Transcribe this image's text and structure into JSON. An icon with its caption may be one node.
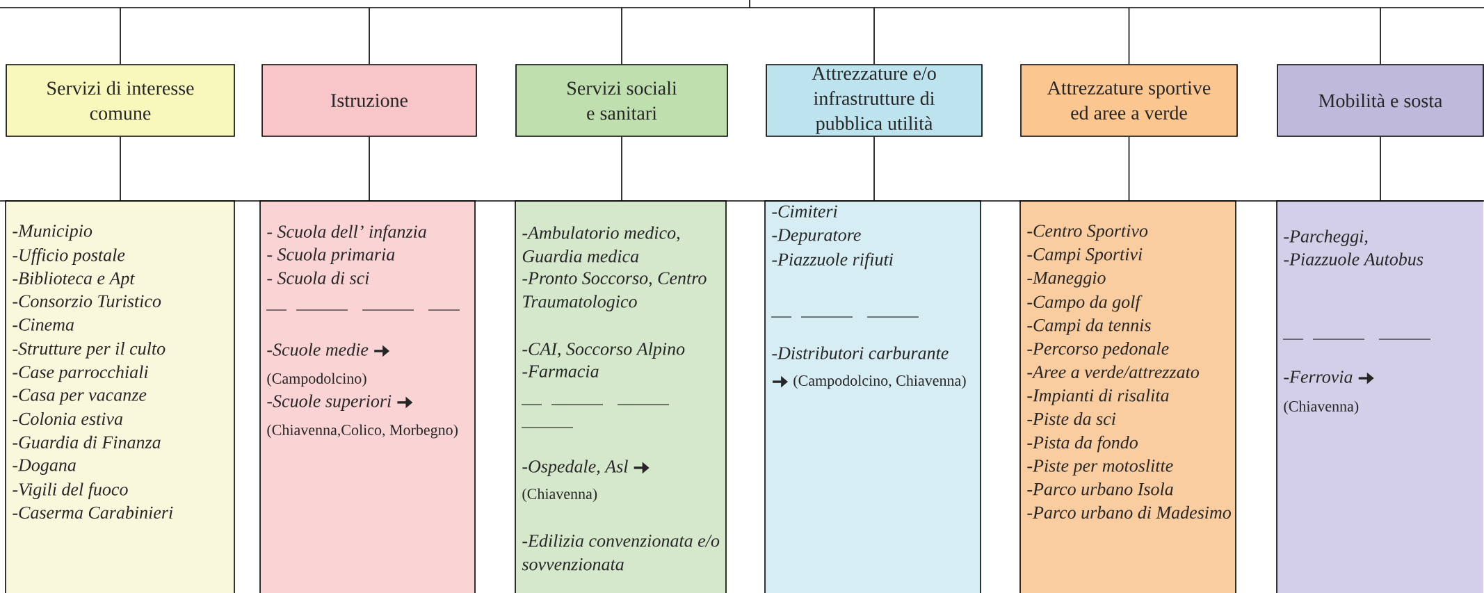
{
  "diagram": {
    "nodes": [
      {
        "text": [
          "Servizi di interesse comune"
        ]
      },
      {
        "text": [
          "Istruzione"
        ]
      },
      {
        "text": [
          "Servizi sociali e sanitari"
        ]
      },
      {
        "text": [
          "Attrezzature e/o infrastrutture di pubblica utilità"
        ]
      },
      {
        "text": [
          "Attrezzature sportive ed aree a verde"
        ]
      },
      {
        "text": [
          "Mobilità e sosta"
        ]
      },
      {
        "text": [
          "-Municipio",
          "-Ufficio postale",
          "-Biblioteca e Apt",
          "-Consorzio Turistico",
          "-Cinema",
          "-Strutture per il culto",
          "-Case parrocchiali",
          "-Casa per vacanze",
          "-Colonia estiva",
          "-Guardia di Finanza",
          "-Dogana",
          "-Vigili del fuoco",
          "-Caserma Carabinieri"
        ]
      },
      {
        "text": [
          "- Scuola dell’ infanzia",
          "- Scuola primaria",
          "- Scuola di sci",
          "-Scuole medie",
          "(Campodolcino)",
          "-Scuole superiori",
          "(Chiavenna,Colico, Morbegno)"
        ]
      },
      {
        "text": [
          "-Ambulatorio medico, Guardia medica",
          "-Pronto Soccorso, Centro Traumatologico",
          "-CAI, Soccorso Alpino",
          "-Farmacia",
          "-Ospedale, Asl",
          "(Chiavenna)",
          "-Edilizia convenzionata e/o sovvenzionata"
        ]
      },
      {
        "text": [
          "-Cimiteri",
          "-Depuratore",
          "-Piazzuole rifiuti",
          "-Distributori carburante",
          "(Campodolcino, Chiavenna)"
        ]
      },
      {
        "text": [
          "-Centro Sportivo",
          "-Campi Sportivi",
          "-Maneggio",
          "-Campo da golf",
          "-Campi da tennis",
          "-Percorso pedonale",
          "-Aree a verde/attrezzato",
          "-Impianti di risalita",
          "-Piste da sci",
          "-Pista da fondo",
          "-Piste per motoslitte",
          "-Parco urbano Isola",
          "-Parco urbano di Madesimo"
        ]
      },
      {
        "text": [
          "-Parcheggi,",
          "-Piazzuole Autobus",
          "-Ferrovia",
          "(Chiavenna)"
        ]
      }
    ],
    "edges": [
      {
        "from": null,
        "to": 0,
        "arrow": "none"
      },
      {
        "from": null,
        "to": 1,
        "arrow": "none"
      },
      {
        "from": null,
        "to": 2,
        "arrow": "none"
      },
      {
        "from": null,
        "to": 3,
        "arrow": "none"
      },
      {
        "from": null,
        "to": 4,
        "arrow": "none"
      },
      {
        "from": null,
        "to": 5,
        "arrow": "none"
      },
      {
        "from": 0,
        "to": 6,
        "arrow": "none"
      },
      {
        "from": 1,
        "to": 7,
        "arrow": "none"
      },
      {
        "from": 2,
        "to": 8,
        "arrow": "none"
      },
      {
        "from": 3,
        "to": 9,
        "arrow": "none"
      },
      {
        "from": 4,
        "to": 10,
        "arrow": "none"
      },
      {
        "from": 5,
        "to": 11,
        "arrow": "none"
      }
    ]
  }
}
